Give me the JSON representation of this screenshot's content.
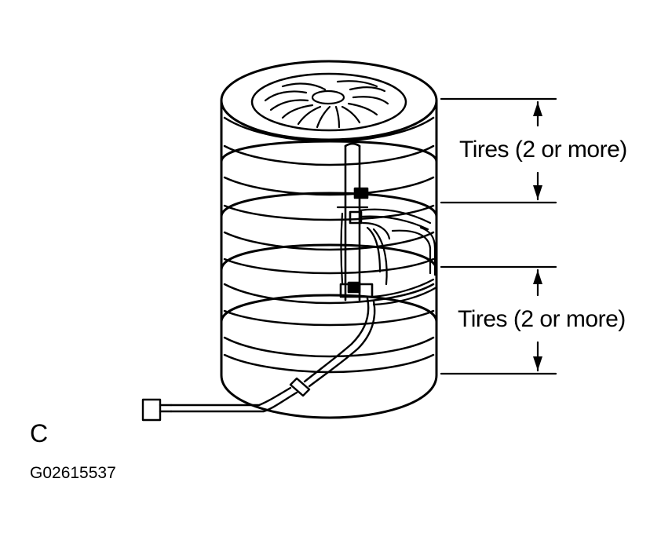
{
  "figure": {
    "upper_dimension_label": "Tires (2 or more)",
    "lower_dimension_label": "Tires (2 or more)",
    "view_letter": "C",
    "figure_code": "G02615537"
  },
  "colors": {
    "line": "#000000",
    "background": "#ffffff"
  }
}
